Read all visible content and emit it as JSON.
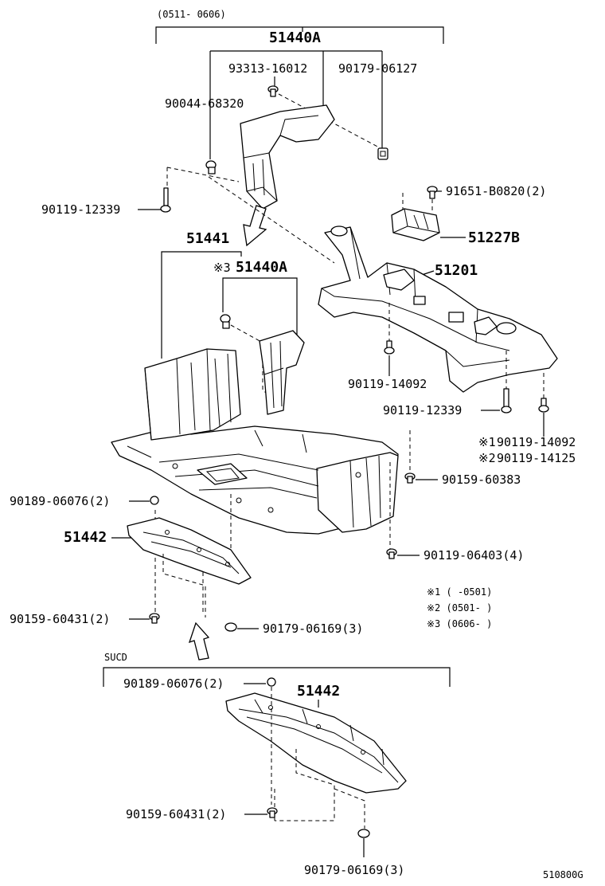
{
  "labels": {
    "range_top": "(0511- 0606)",
    "p51440A_top": "51440A",
    "p93313": "93313-16012",
    "p90179_06127": "90179-06127",
    "p90044": "90044-68320",
    "p90119_12339_a": "90119-12339",
    "p91651": "91651-B0820(2)",
    "p51227B": "51227B",
    "p51441": "51441",
    "p51440A_mid_mark": "※3",
    "p51440A_mid": "51440A",
    "p51201": "51201",
    "p90119_14092_a": "90119-14092",
    "p90119_12339_b": "90119-12339",
    "n1_mark": "※1",
    "p90119_14092_b": "90119-14092",
    "n2_mark": "※2",
    "p90119_14125": "90119-14125",
    "p90159_60383": "90159-60383",
    "p90189_a": "90189-06076(2)",
    "p51442_a": "51442",
    "p90119_06403": "90119-06403(4)",
    "note1": "※1 (      -0501)",
    "note2": "※2 (0501-      )",
    "note3": "※3 (0606-      )",
    "p90159_60431_a": "90159-60431(2)",
    "p90179_06169_a": "90179-06169(3)",
    "sucd": "SUCD",
    "p90189_b": "90189-06076(2)",
    "p51442_b": "51442",
    "p90159_60431_b": "90159-60431(2)",
    "p90179_06169_b": "90179-06169(3)",
    "fig_code": "510800G"
  }
}
